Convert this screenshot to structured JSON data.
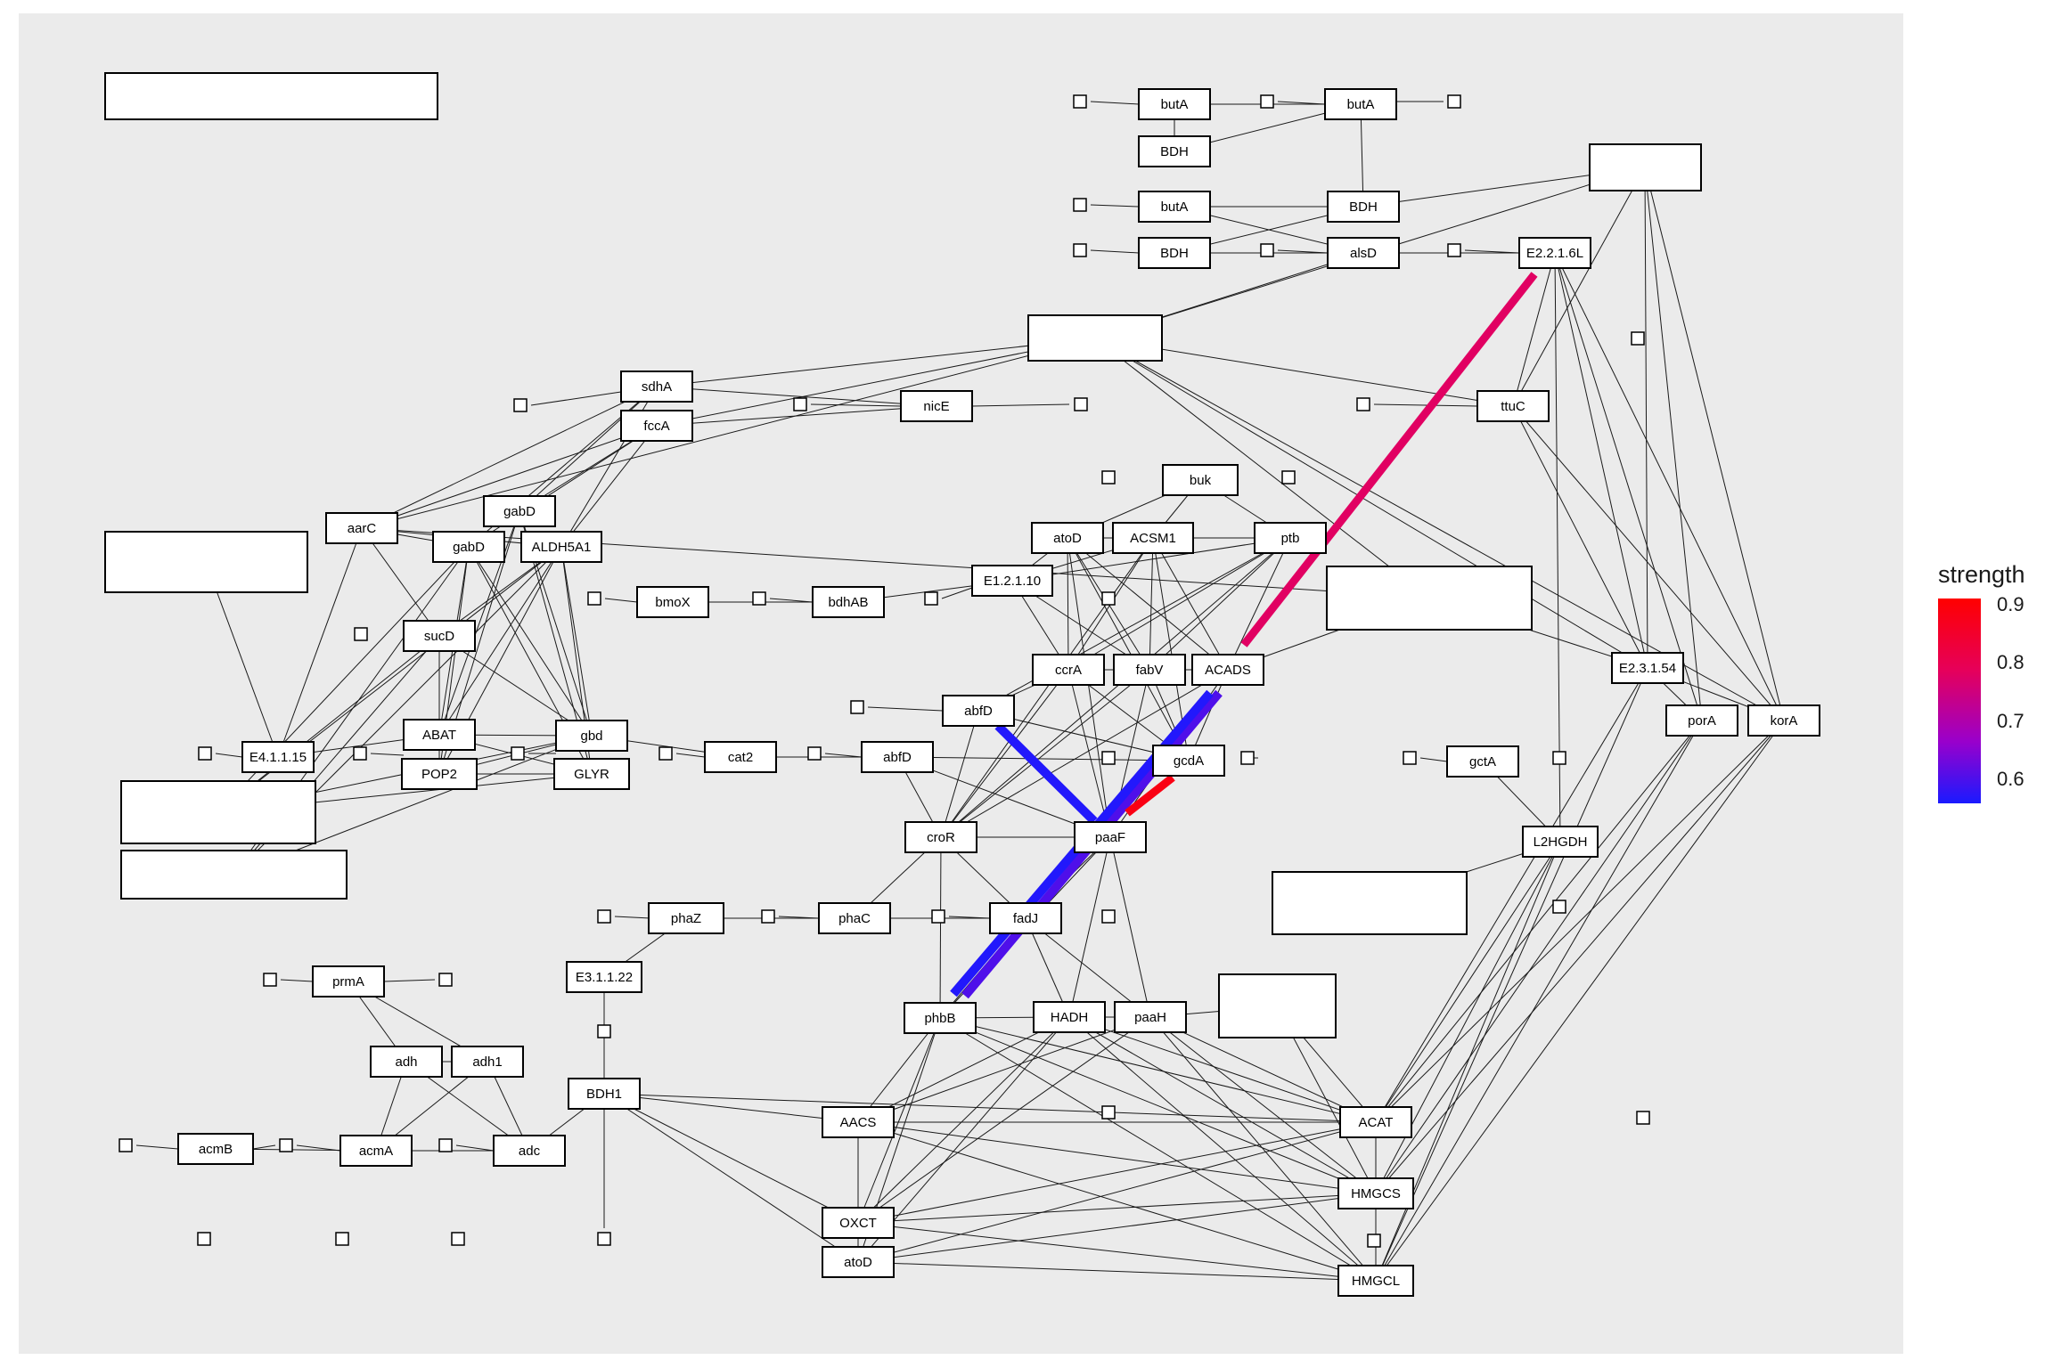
{
  "legend": {
    "title": "strength",
    "labels": [
      "0.9",
      "0.8",
      "0.7",
      "0.6"
    ],
    "colors": {
      "high": "#ff0000",
      "mid_high": "#e6005a",
      "mid": "#9900cc",
      "low": "#1a1aff"
    },
    "range": [
      0.55,
      0.92
    ]
  },
  "network": {
    "nodes": [
      {
        "id": "butA_1",
        "label": "butA"
      },
      {
        "id": "butA_2",
        "label": "butA"
      },
      {
        "id": "BDH_1",
        "label": "BDH"
      },
      {
        "id": "butA_3",
        "label": "butA"
      },
      {
        "id": "BDH_2",
        "label": "BDH"
      },
      {
        "id": "BDH_3",
        "label": "BDH"
      },
      {
        "id": "alsD",
        "label": "alsD"
      },
      {
        "id": "E2216L",
        "label": "E2.2.1.6L"
      },
      {
        "id": "sdhA",
        "label": "sdhA"
      },
      {
        "id": "fccA",
        "label": "fccA"
      },
      {
        "id": "nicE",
        "label": "nicE"
      },
      {
        "id": "ttuC",
        "label": "ttuC"
      },
      {
        "id": "buk",
        "label": "buk"
      },
      {
        "id": "atoD_1",
        "label": "atoD"
      },
      {
        "id": "ACSM1",
        "label": "ACSM1"
      },
      {
        "id": "ptb",
        "label": "ptb"
      },
      {
        "id": "aarC",
        "label": "aarC"
      },
      {
        "id": "gabD_1",
        "label": "gabD"
      },
      {
        "id": "gabD_2",
        "label": "gabD"
      },
      {
        "id": "ALDH5A1",
        "label": "ALDH5A1"
      },
      {
        "id": "bmoX",
        "label": "bmoX"
      },
      {
        "id": "bdhAB",
        "label": "bdhAB"
      },
      {
        "id": "E12110",
        "label": "E1.2.1.10"
      },
      {
        "id": "sucD",
        "label": "sucD"
      },
      {
        "id": "ccrA",
        "label": "ccrA"
      },
      {
        "id": "fabV",
        "label": "fabV"
      },
      {
        "id": "ACADS",
        "label": "ACADS"
      },
      {
        "id": "E23154",
        "label": "E2.3.1.54"
      },
      {
        "id": "porA",
        "label": "porA"
      },
      {
        "id": "korA",
        "label": "korA"
      },
      {
        "id": "abfD_1",
        "label": "abfD"
      },
      {
        "id": "E41115",
        "label": "E4.1.1.15"
      },
      {
        "id": "ABAT",
        "label": "ABAT"
      },
      {
        "id": "POP2",
        "label": "POP2"
      },
      {
        "id": "gbd",
        "label": "gbd"
      },
      {
        "id": "GLYR",
        "label": "GLYR"
      },
      {
        "id": "cat2",
        "label": "cat2"
      },
      {
        "id": "abfD_2",
        "label": "abfD"
      },
      {
        "id": "gcdA",
        "label": "gcdA"
      },
      {
        "id": "gctA",
        "label": "gctA"
      },
      {
        "id": "croR",
        "label": "croR"
      },
      {
        "id": "paaF",
        "label": "paaF"
      },
      {
        "id": "L2HGDH",
        "label": "L2HGDH"
      },
      {
        "id": "phaZ",
        "label": "phaZ"
      },
      {
        "id": "phaC",
        "label": "phaC"
      },
      {
        "id": "fadJ",
        "label": "fadJ"
      },
      {
        "id": "E31122",
        "label": "E3.1.1.22"
      },
      {
        "id": "prmA",
        "label": "prmA"
      },
      {
        "id": "phbB",
        "label": "phbB"
      },
      {
        "id": "HADH",
        "label": "HADH"
      },
      {
        "id": "paaH",
        "label": "paaH"
      },
      {
        "id": "adh",
        "label": "adh"
      },
      {
        "id": "adh1",
        "label": "adh1"
      },
      {
        "id": "BDH1",
        "label": "BDH1"
      },
      {
        "id": "AACS",
        "label": "AACS"
      },
      {
        "id": "ACAT",
        "label": "ACAT"
      },
      {
        "id": "acmB",
        "label": "acmB"
      },
      {
        "id": "acmA",
        "label": "acmA"
      },
      {
        "id": "adc",
        "label": "adc"
      },
      {
        "id": "HMGCS",
        "label": "HMGCS"
      },
      {
        "id": "OXCT",
        "label": "OXCT"
      },
      {
        "id": "atoD_2",
        "label": "atoD"
      },
      {
        "id": "HMGCL",
        "label": "HMGCL"
      }
    ],
    "strong_edges": [
      {
        "from": "E2216L",
        "to": "ACADS",
        "strength": 0.82
      },
      {
        "from": "ACADS",
        "to": "phbB",
        "strength": 0.62
      },
      {
        "from": "ACADS",
        "to": "phbB",
        "strength": 0.56
      },
      {
        "from": "abfD_1",
        "to": "paaF",
        "strength": 0.56
      },
      {
        "from": "gcdA",
        "to": "paaF",
        "strength": 0.9
      }
    ]
  }
}
